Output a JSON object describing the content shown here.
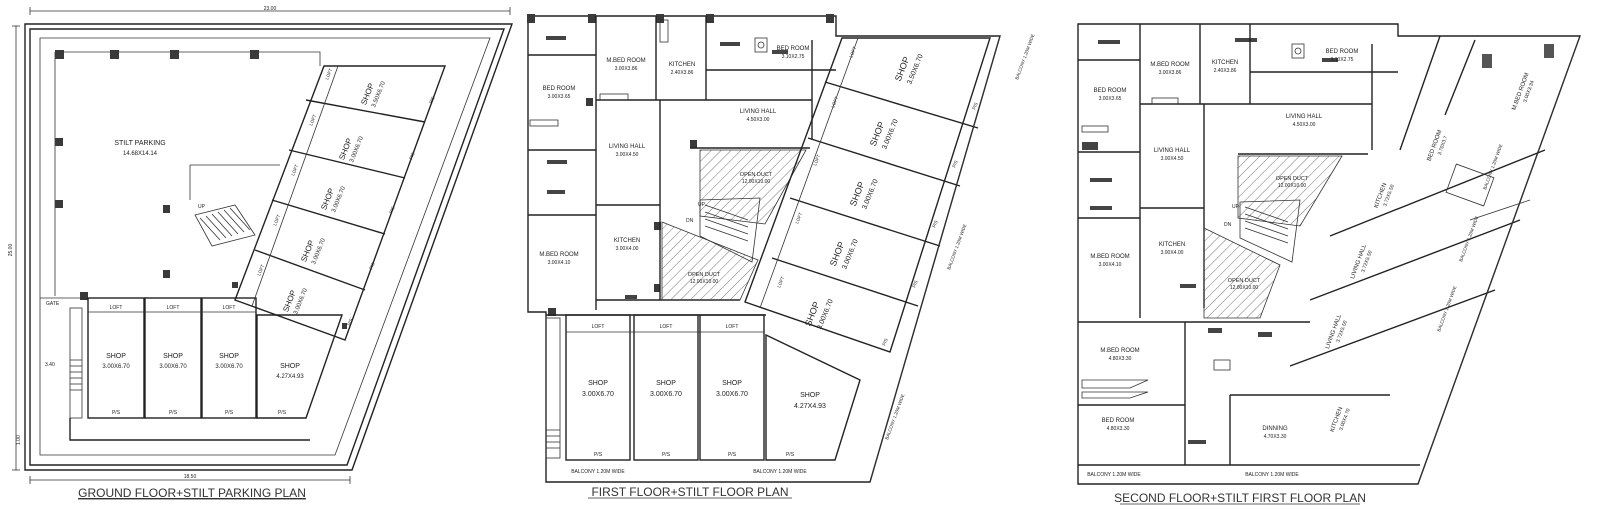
{
  "colors": {
    "line": "#222222",
    "column": "#3a3a3a",
    "background": "#ffffff"
  },
  "plans": [
    {
      "title": "GROUND FLOOR+STILT PARKING PLAN",
      "dim_top": "23.00",
      "dim_left": "25.00",
      "dim_bottom": "18.50",
      "dim_side_a": "3.40",
      "dim_side_b": "1.00",
      "gate": "GATE",
      "parking_label": "STILT PARKING",
      "parking_size": "14.68X14.14",
      "stair_up": "UP",
      "bottom_shops": [
        {
          "loft": "LOFT",
          "name": "SHOP",
          "size": "3.00X6.70",
          "ps": "P/S"
        },
        {
          "loft": "LOFT",
          "name": "SHOP",
          "size": "3.00X6.70",
          "ps": "P/S"
        },
        {
          "loft": "LOFT",
          "name": "SHOP",
          "size": "3.00X6.70",
          "ps": "P/S"
        },
        {
          "loft": "",
          "name": "SHOP",
          "size": "4.27X4.93",
          "ps": "P/S"
        }
      ],
      "slant_shops": [
        {
          "loft": "LOFT",
          "name": "SHOP",
          "size": "3.50X6.70",
          "ps": "P/S"
        },
        {
          "loft": "LOFT",
          "name": "SHOP",
          "size": "3.00X6.70",
          "ps": "P/S"
        },
        {
          "loft": "LOFT",
          "name": "SHOP",
          "size": "3.00X6.70",
          "ps": "P/S"
        },
        {
          "loft": "LOFT",
          "name": "SHOP",
          "size": "3.00X6.70",
          "ps": "P/S"
        },
        {
          "loft": "LOFT",
          "name": "SHOP",
          "size": "3.00X6.70",
          "ps": "P/S"
        }
      ]
    },
    {
      "title": "FIRST FLOOR+STILT FLOOR PLAN",
      "rooms": {
        "bed_left": {
          "name": "BED ROOM",
          "size": "3.00X3.65"
        },
        "mbed_top": {
          "name": "M.BED ROOM",
          "size": "3.00X3.86"
        },
        "kitchen_top": {
          "name": "KITCHEN",
          "size": "2.40X3.86"
        },
        "bed_top": {
          "name": "BED ROOM",
          "size": "3.10X2.75"
        },
        "living_top": {
          "name": "LIVING HALL",
          "size": "4.50X3.00"
        },
        "living_mid": {
          "name": "LIVING HALL",
          "size": "3.00X4.50"
        },
        "duct_top": {
          "name": "OPEN DUCT",
          "size": "12.00X10.00"
        },
        "mbed_low": {
          "name": "M.BED ROOM",
          "size": "3.00X4.10"
        },
        "kitchen_low": {
          "name": "KITCHEN",
          "size": "3.00X4.00"
        },
        "duct_low": {
          "name": "OPEN DUCT",
          "size": "12.00X10.00"
        }
      },
      "stair_up": "UP",
      "stair_dn": "DN",
      "bottom_shops": [
        {
          "loft": "LOFT",
          "name": "SHOP",
          "size": "3.00X6.70",
          "ps": "P/S"
        },
        {
          "loft": "LOFT",
          "name": "SHOP",
          "size": "3.00X6.70",
          "ps": "P/S"
        },
        {
          "loft": "LOFT",
          "name": "SHOP",
          "size": "3.00X6.70",
          "ps": "P/S"
        },
        {
          "loft": "",
          "name": "SHOP",
          "size": "4.27X4.93",
          "ps": "P/S"
        }
      ],
      "slant_shops": [
        {
          "loft": "LOFT",
          "name": "SHOP",
          "size": "3.50X6.70",
          "ps": "P/S"
        },
        {
          "loft": "LOFT",
          "name": "SHOP",
          "size": "3.00X6.70",
          "ps": "P/S"
        },
        {
          "loft": "LOFT",
          "name": "SHOP",
          "size": "3.00X6.70",
          "ps": "P/S"
        },
        {
          "loft": "LOFT",
          "name": "SHOP",
          "size": "3.00X6.70",
          "ps": "P/S"
        },
        {
          "loft": "LOFT",
          "name": "SHOP",
          "size": "3.00X6.70",
          "ps": "P/S"
        }
      ],
      "balcony_bottom_a": "BALCONY 1.20M WIDE",
      "balcony_bottom_b": "BALCONY 1.20M WIDE",
      "balcony_slant_a": "BALCONY 1.20M WIDE",
      "balcony_slant_b": "BALCONY 1.20M WIDE",
      "balcony_slant_c": "BALCONY 1.20M WIDE"
    },
    {
      "title": "SECOND FLOOR+STILT FIRST FLOOR PLAN",
      "rooms": {
        "bed_left": {
          "name": "BED ROOM",
          "size": "3.00X3.65"
        },
        "mbed_top": {
          "name": "M.BED ROOM",
          "size": "3.00X3.86"
        },
        "kitchen_top": {
          "name": "KITCHEN",
          "size": "2.40X3.86"
        },
        "bed_top": {
          "name": "BED ROOM",
          "size": "3.10X2.75"
        },
        "living_top": {
          "name": "LIVING HALL",
          "size": "4.50X3.00"
        },
        "living_mid": {
          "name": "LIVING HALL",
          "size": "3.00X4.50"
        },
        "duct_top": {
          "name": "OPEN DUCT",
          "size": "12.00X10.00"
        },
        "mbed_low": {
          "name": "M.BED ROOM",
          "size": "3.00X4.10"
        },
        "kitchen_low": {
          "name": "KITCHEN",
          "size": "3.00X4.00"
        },
        "duct_low": {
          "name": "OPEN DUCT",
          "size": "12.00X10.00"
        },
        "mbed_b1": {
          "name": "M.BED ROOM",
          "size": "4.80X3.30"
        },
        "bed_b2": {
          "name": "BED ROOM",
          "size": "4.80X3.30"
        },
        "dining": {
          "name": "DINNING",
          "size": "4.70X3.30"
        },
        "kitchen_r3": {
          "name": "KITCHEN",
          "size": "3.00X4.70"
        },
        "living_r2": {
          "name": "LIVING HALL",
          "size": "3.72X5.50"
        },
        "living_r1": {
          "name": "LIVING HALL",
          "size": "3.72X5.50"
        },
        "kitchen_r1": {
          "name": "KITCHEN",
          "size": "3.72X5.50"
        },
        "bed_r": {
          "name": "BED ROOM",
          "size": "3.70X3.7"
        },
        "mbed_r": {
          "name": "M.BED ROOM",
          "size": "3.00X3.34"
        }
      },
      "stair_up": "UP",
      "stair_dn": "DN",
      "balcony_bottom_a": "BALCONY 1.20M WIDE",
      "balcony_bottom_b": "BALCONY 1.20M WIDE",
      "balcony_slant_a": "BALCONY 1.20M WIDE",
      "balcony_slant_b": "BALCONY 1.20M WIDE",
      "balcony_slant_c": "BALCONY 1.20M WIDE"
    }
  ]
}
